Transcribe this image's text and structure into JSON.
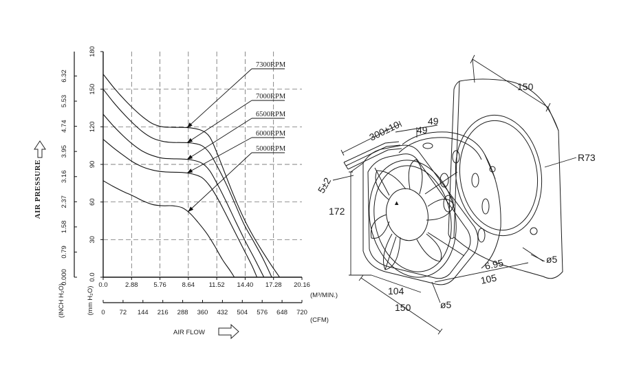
{
  "chart_data": {
    "type": "line",
    "xlabel": "AIR FLOW",
    "ylabel": "AIR PRESSURE",
    "x_unit": "(M³/MIN.)",
    "x2_unit": "(CFM)",
    "y_unit": "(mm H₂O)",
    "y2_unit": "(INCH H₂O)",
    "xlim": [
      0,
      20.16
    ],
    "ylim": [
      0,
      180
    ],
    "grid": true,
    "x_ticks": [
      "0.0",
      "2.88",
      "5.76",
      "8.64",
      "11.52",
      "14.40",
      "17.28",
      "20.16"
    ],
    "x2_ticks": [
      "0",
      "72",
      "144",
      "216",
      "288",
      "360",
      "432",
      "504",
      "576",
      "648",
      "720"
    ],
    "y_ticks": [
      "0.0",
      "30",
      "60",
      "90",
      "120",
      "150",
      "180"
    ],
    "y2_ticks": [
      "0.000",
      "0.79",
      "1.58",
      "2.37",
      "3.16",
      "3.95",
      "4.74",
      "5.53",
      "6.32"
    ],
    "series": [
      {
        "name": "7300RPM",
        "points": [
          [
            0,
            162
          ],
          [
            1,
            152
          ],
          [
            2,
            143
          ],
          [
            3,
            135
          ],
          [
            4,
            128
          ],
          [
            5,
            122.5
          ],
          [
            6,
            120
          ],
          [
            7,
            119.6
          ],
          [
            8,
            119.5
          ],
          [
            9,
            119
          ],
          [
            10,
            117
          ],
          [
            10.8,
            112
          ],
          [
            11.5,
            100
          ],
          [
            12.3,
            84
          ],
          [
            13.2,
            66
          ],
          [
            14.2,
            48
          ],
          [
            15.2,
            33
          ],
          [
            16.2,
            20
          ],
          [
            17.1,
            9
          ],
          [
            17.9,
            0
          ]
        ]
      },
      {
        "name": "7000RPM",
        "points": [
          [
            0,
            150
          ],
          [
            1,
            140
          ],
          [
            2,
            131
          ],
          [
            3,
            123
          ],
          [
            4,
            116
          ],
          [
            5,
            111
          ],
          [
            6,
            108.5
          ],
          [
            7,
            107.5
          ],
          [
            8,
            107.4
          ],
          [
            9,
            107
          ],
          [
            10,
            105
          ],
          [
            10.8,
            99
          ],
          [
            11.6,
            88
          ],
          [
            12.5,
            74
          ],
          [
            13.4,
            58
          ],
          [
            14.3,
            42
          ],
          [
            15.3,
            28
          ],
          [
            16.2,
            15
          ],
          [
            17.1,
            0
          ]
        ]
      },
      {
        "name": "6500RPM",
        "points": [
          [
            0,
            130
          ],
          [
            1,
            121
          ],
          [
            2,
            113
          ],
          [
            3,
            106
          ],
          [
            4,
            100.5
          ],
          [
            5,
            97
          ],
          [
            6,
            95
          ],
          [
            7,
            94.5
          ],
          [
            8,
            94.3
          ],
          [
            9,
            93.5
          ],
          [
            10,
            91
          ],
          [
            10.8,
            85
          ],
          [
            11.6,
            74
          ],
          [
            12.5,
            60
          ],
          [
            13.4,
            45
          ],
          [
            14.4,
            29
          ],
          [
            15.4,
            14
          ],
          [
            16.3,
            0
          ]
        ]
      },
      {
        "name": "6000RPM",
        "points": [
          [
            0,
            110
          ],
          [
            1,
            103.5
          ],
          [
            2,
            97.5
          ],
          [
            3,
            92
          ],
          [
            4,
            88
          ],
          [
            5,
            85.5
          ],
          [
            6,
            84.2
          ],
          [
            7,
            83.8
          ],
          [
            8,
            83.6
          ],
          [
            9,
            82.5
          ],
          [
            10,
            79.5
          ],
          [
            10.8,
            73
          ],
          [
            11.6,
            63
          ],
          [
            12.4,
            51
          ],
          [
            13.3,
            37
          ],
          [
            14.2,
            23
          ],
          [
            15.1,
            9
          ],
          [
            15.6,
            0
          ]
        ]
      },
      {
        "name": "5000RPM",
        "points": [
          [
            0,
            77
          ],
          [
            1,
            72.5
          ],
          [
            2,
            68.5
          ],
          [
            3,
            65
          ],
          [
            4,
            61
          ],
          [
            5,
            58
          ],
          [
            6,
            57
          ],
          [
            7,
            57
          ],
          [
            8,
            55.5
          ],
          [
            8.8,
            51
          ],
          [
            9.6,
            44
          ],
          [
            10.5,
            35
          ],
          [
            11.3,
            25
          ],
          [
            12.1,
            14
          ],
          [
            12.9,
            5
          ],
          [
            13.3,
            0
          ]
        ]
      }
    ]
  },
  "drawing": {
    "dims": {
      "top_width": "150",
      "radius": "R73",
      "cable": "300±10",
      "strip_a": "49",
      "strip_b": "49",
      "gap": "5±2",
      "height": "172",
      "hole_a": "ø5",
      "hole_b": "ø5",
      "offset": "6.95",
      "depth_a": "104",
      "depth_b": "105",
      "bottom_width": "150"
    }
  }
}
